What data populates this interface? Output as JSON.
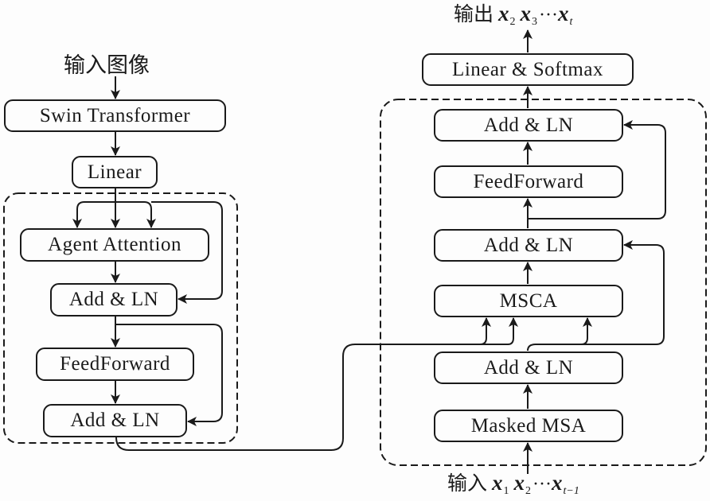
{
  "encoder": {
    "input_label": "输入图像",
    "blocks": {
      "swin": "Swin Transformer",
      "linear": "Linear",
      "agent_attention": "Agent Attention",
      "add_ln_1": "Add & LN",
      "feedforward": "FeedForward",
      "add_ln_2": "Add & LN"
    }
  },
  "decoder": {
    "output_label": {
      "prefix": "输出",
      "var": "x",
      "first_sub": "2",
      "second_sub": "3",
      "dots": "···",
      "last_sub": "t"
    },
    "input_label": {
      "prefix": "输入",
      "var": "x",
      "first_sub": "1",
      "second_sub": "2",
      "dots": "···",
      "last_sub": "t−1"
    },
    "blocks": {
      "linear_softmax": "Linear & Softmax",
      "add_ln_top": "Add & LN",
      "feedforward": "FeedForward",
      "add_ln_mid": "Add & LN",
      "msca": "MSCA",
      "add_ln_bottom": "Add & LN",
      "masked_msa": "Masked MSA"
    }
  }
}
